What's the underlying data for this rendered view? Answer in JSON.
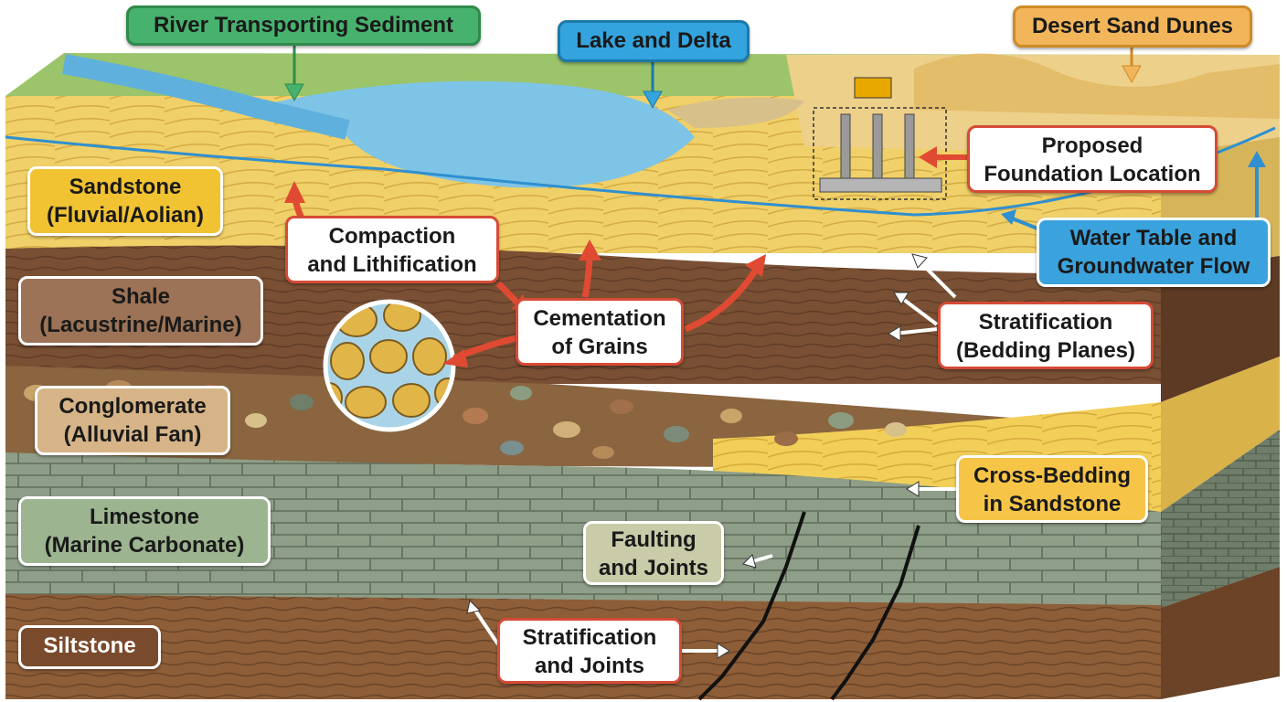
{
  "labels": {
    "river": "River Transporting Sediment",
    "lake": "Lake and Delta",
    "desert": "Desert Sand Dunes",
    "foundation": [
      "Proposed",
      "Foundation Location"
    ],
    "sandstone": [
      "Sandstone",
      "(Fluvial/Aolian)"
    ],
    "compaction": [
      "Compaction",
      "and Lithification"
    ],
    "water_table": [
      "Water Table and",
      "Groundwater Flow"
    ],
    "shale": [
      "Shale",
      "(Lacustrine/Marine)"
    ],
    "cementation": [
      "Cementation",
      "of Grains"
    ],
    "stratification_bedding": [
      "Stratification",
      "(Bedding Planes)"
    ],
    "conglomerate": [
      "Conglomerate",
      "(Alluvial Fan)"
    ],
    "cross_bedding": [
      "Cross-Bedding",
      "in Sandstone"
    ],
    "limestone": [
      "Limestone",
      "(Marine Carbonate)"
    ],
    "faulting": [
      "Faulting",
      "and Joints"
    ],
    "siltstone": "Siltstone",
    "stratification_joints": [
      "Stratification",
      "and Joints"
    ]
  },
  "colors": {
    "sandstone": "#f0d068",
    "shale": "#7a5034",
    "conglomerate": "#8a6540",
    "limestone": "#8f9e88",
    "siltstone": "#8e5e38",
    "lake": "#7ec4e6",
    "grass": "#9cc46a",
    "arrow_red": "#e04a32",
    "water_blue": "#2f8fd0"
  }
}
